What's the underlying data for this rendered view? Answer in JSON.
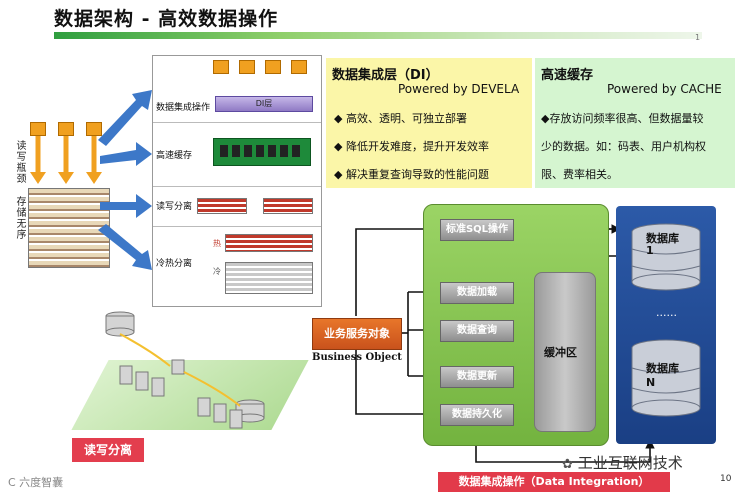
{
  "slide": {
    "title": "数据架构 - 高效数据操作",
    "page_number": "10",
    "top_page_marker": "1"
  },
  "left_diagram": {
    "vertical_label_1": "读写瓶颈",
    "vertical_label_2": "存储无序",
    "layers": [
      {
        "label": "数据集成操作",
        "tag": "DI层"
      },
      {
        "label": "高速缓存",
        "tag": ""
      },
      {
        "label": "读写分离",
        "tag": ""
      },
      {
        "label": "冷热分离",
        "tag_hot": "热",
        "tag_cold": "冷"
      }
    ]
  },
  "di_box": {
    "title": "数据集成层（DI）",
    "subtitle": "Powered by DEVELA",
    "bullets": [
      "◆ 高效、透明、可独立部署",
      "◆ 降低开发难度，提升开发效率",
      "◆ 解决重复查询导致的性能问题"
    ]
  },
  "cache_box": {
    "title": "高速缓存",
    "subtitle": "Powered by CACHE",
    "line1": "◆存放访问频率很高、但数据量较",
    "line2": "少的数据。如：码表、用户机构权",
    "line3": "限、费率相关。"
  },
  "integration": {
    "business_object": "业务服务对象",
    "business_object_en": "Business Object",
    "ops": [
      "标准SQL操作",
      "数据加载",
      "数据查询",
      "数据更新",
      "数据持久化"
    ],
    "buffer": "缓冲区",
    "db1_line1": "数据库",
    "db1_line2": "1",
    "db_ellipsis": "......",
    "dbn_line1": "数据库",
    "dbn_line2": "N",
    "bottom_label": "数据集成操作（Data Integration）"
  },
  "bottom_left": {
    "label": "读写分离",
    "watermark": "C 六度智囊"
  },
  "watermark_right": "工业互联网技术"
}
